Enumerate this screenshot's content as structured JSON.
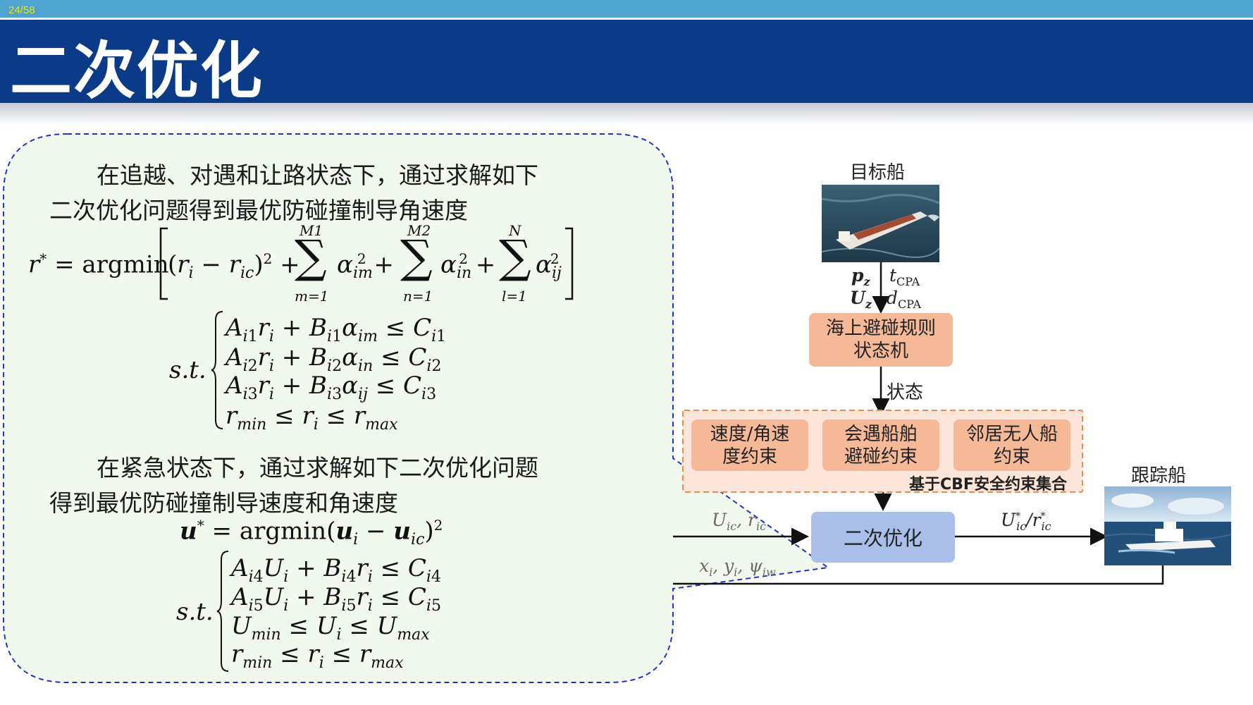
{
  "header": {
    "page_number": "24/58",
    "title": "二次优化"
  },
  "left_panel": {
    "para1_line1": "在追越、对遇和让路状态下，通过求解如下",
    "para1_line2": "二次优化问题得到最优防碰撞制导角速度",
    "para2_line1": "在紧急状态下，通过求解如下二次优化问题",
    "para2_line2": "得到最优防碰撞制导速度和角速度",
    "eq1": {
      "lhs": "r* = argmin",
      "term0": "(rᵢ − r_ic)² +",
      "sum1": {
        "upper": "M1",
        "lower": "m=1",
        "term": "α²ᵢₘ +"
      },
      "sum2": {
        "upper": "M2",
        "lower": "n=1",
        "term": "α²ᵢₙ +"
      },
      "sum3": {
        "upper": "N",
        "lower": "l=1",
        "term": "α²ᵢⱼ"
      },
      "st": "s.t.",
      "constraints": [
        "Aᵢ₁rᵢ + Bᵢ₁αᵢₘ ≤ Cᵢ₁",
        "Aᵢ₂rᵢ + Bᵢ₂αᵢₙ ≤ Cᵢ₂",
        "Aᵢ₃rᵢ + Bᵢ₃αᵢⱼ ≤ Cᵢ₃",
        "r_min ≤ rᵢ ≤ r_max"
      ]
    },
    "eq2": {
      "objective": "u* = argmin(uᵢ − u_ic)²",
      "st": "s.t.",
      "constraints": [
        "Aᵢ₄Uᵢ + Bᵢ₄rᵢ ≤ Cᵢ₄",
        "Aᵢ₅Uᵢ + Bᵢ₅rᵢ ≤ Cᵢ₅",
        "U_min ≤ Uᵢ ≤ U_max",
        "r_min ≤ rᵢ ≤ r_max"
      ]
    }
  },
  "diagram": {
    "target_ship_label": "目标船",
    "tracking_ship_label": "跟踪船",
    "pz": "pz",
    "uz": "Uz",
    "tcpa": "tCPA",
    "dcpa": "dCPA",
    "state_machine": [
      "海上避碰规则",
      "状态机"
    ],
    "state_label": "状态",
    "constraints": [
      [
        "速度/角速",
        "度约束"
      ],
      [
        "会遇船舶",
        "避碰约束"
      ],
      [
        "邻居无人船",
        "约束"
      ]
    ],
    "cbf_label": "基于CBF安全约束集合",
    "qp_label": "二次优化",
    "input_ref": "Uic, ric",
    "input_state": "xi, yi, ψiw",
    "output_label": "U*ic/r*ic"
  },
  "colors": {
    "title_bar": "#0b3a88",
    "top_strip": "#4ea3cf",
    "balloon_fill": "#f1f8ee",
    "balloon_border": "#2233cc",
    "orange_box": "#f6b998",
    "blue_box": "#a9bfe9",
    "cbf_dashed": "#f08a4b"
  }
}
